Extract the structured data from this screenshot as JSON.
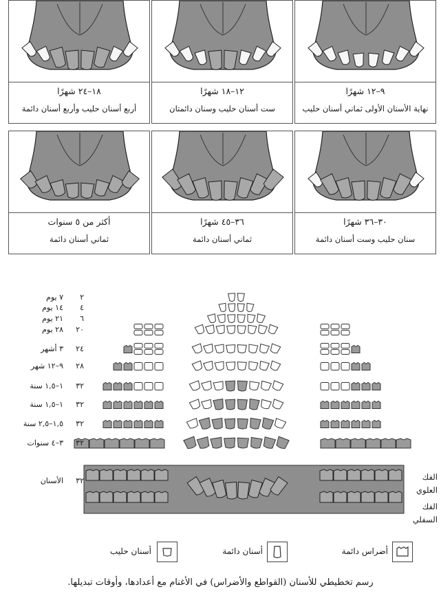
{
  "panels": [
    {
      "age": "٩–١٢ شهرًا",
      "desc": "نهاية الأسنان الأولى ثماني أسنان حليب"
    },
    {
      "age": "١٢–١٨ شهرًا",
      "desc": "ست أسنان حليب وسنان دائمتان"
    },
    {
      "age": "١٨–٢٤ شهرًا",
      "desc": "أربع أسنان حليب وأربع أسنان دائمة"
    },
    {
      "age": "٣٠–٣٦ شهرًا",
      "desc": "سنان حليب وست أسنان دائمة"
    },
    {
      "age": "٣٦–٤٥ شهرًا",
      "desc": "ثماني أسنان دائمة"
    },
    {
      "age": "أكثر من ٥ سنوات",
      "desc": "ثماني أسنان دائمة"
    }
  ],
  "chart": {
    "rows": [
      {
        "age": "٧ يوم",
        "count": "٢"
      },
      {
        "age": "١٤ يوم",
        "count": "٤"
      },
      {
        "age": "٢١ يوم",
        "count": "٦"
      },
      {
        "age": "٢٨ يوم",
        "count": "٢٠"
      },
      {
        "age": "٣ أشهر",
        "count": "٢٤"
      },
      {
        "age": "٩–١٢ شهر",
        "count": "٢٨"
      },
      {
        "age": "١–١,٥ سنة",
        "count": "٣٢"
      },
      {
        "age": "١–١,٥ سنة",
        "count": "٣٢"
      },
      {
        "age": "١,٥–٢,٥ سنة",
        "count": "٣٢"
      },
      {
        "age": "٣–٤ سنوات",
        "count": "٣٢"
      },
      {
        "age": "الأسنان",
        "count": "٣٢"
      }
    ],
    "upper_jaw_label": "الفك العلوي",
    "lower_jaw_label": "الفك السفلي"
  },
  "legend": {
    "milk": "أسنان حليب",
    "permanent": "أسنان دائمة",
    "molars": "أضراس دائمة"
  },
  "caption": "رسم تخطيطي للأسنان (القواطع والأضراس) في الأغنام مع أعدادها، وأوقات تبديلها.",
  "colors": {
    "gray": "#9a9a9a",
    "dark": "#7a7a7a",
    "panel_gray": "#8e8e8e"
  }
}
